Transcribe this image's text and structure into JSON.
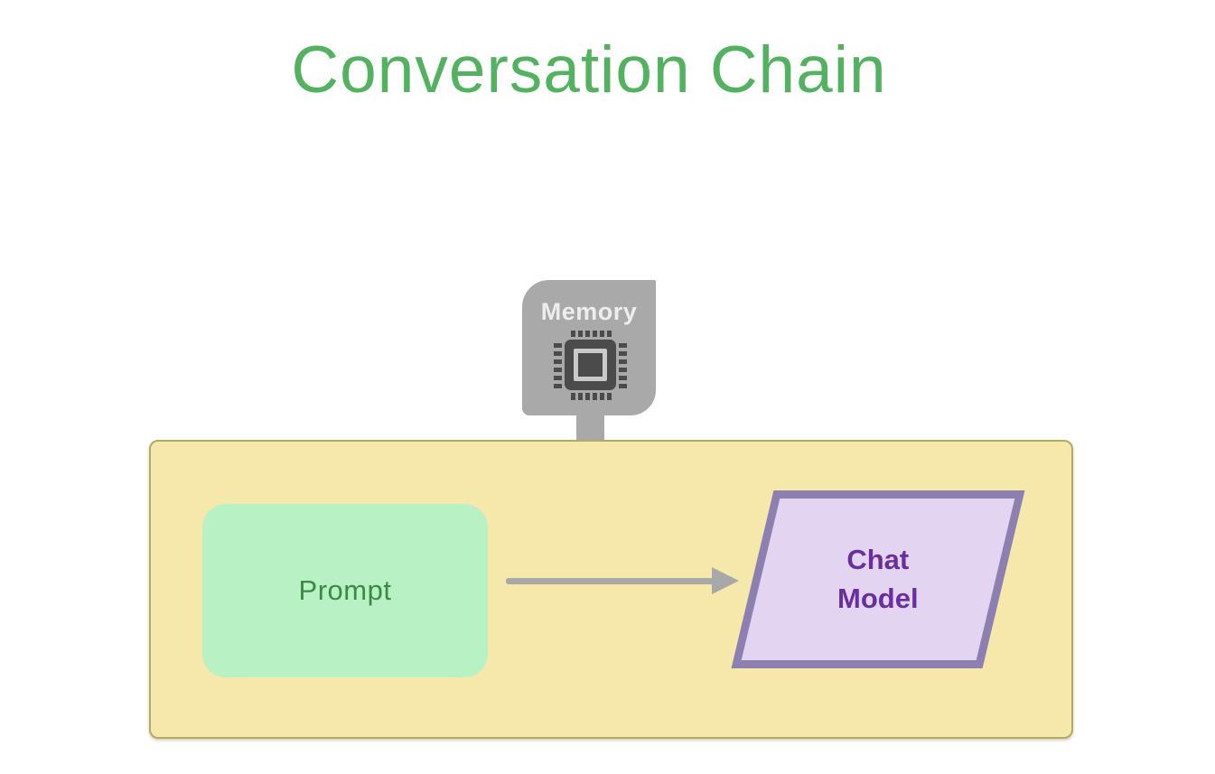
{
  "diagram": {
    "title": "Conversation Chain",
    "memory_node": {
      "label": "Memory",
      "icon": "cpu-chip-icon"
    },
    "prompt_node": {
      "label": "Prompt",
      "shape": "rounded-rectangle"
    },
    "chat_model_node": {
      "label": "Chat\nModel",
      "shape": "parallelogram"
    },
    "connector": {
      "type": "arrow-right"
    }
  },
  "colors": {
    "background": "#ffffff",
    "title_green": "#53b25f",
    "container_fill": "#f5e8aa",
    "container_border": "#b3aa66",
    "prompt_fill": "#b8f2c4",
    "prompt_text": "#3f8749",
    "memory_gray": "#a9a9a9",
    "memory_label_text": "#ededed",
    "chip_dark": "#4b4b4b",
    "chip_die_ring": "#cacaca",
    "arrow_gray": "#a8a8a8",
    "chat_model_border": "#8d7fb0",
    "chat_model_fill": "#e3d5f2",
    "chat_model_text": "#6a2f9e"
  }
}
